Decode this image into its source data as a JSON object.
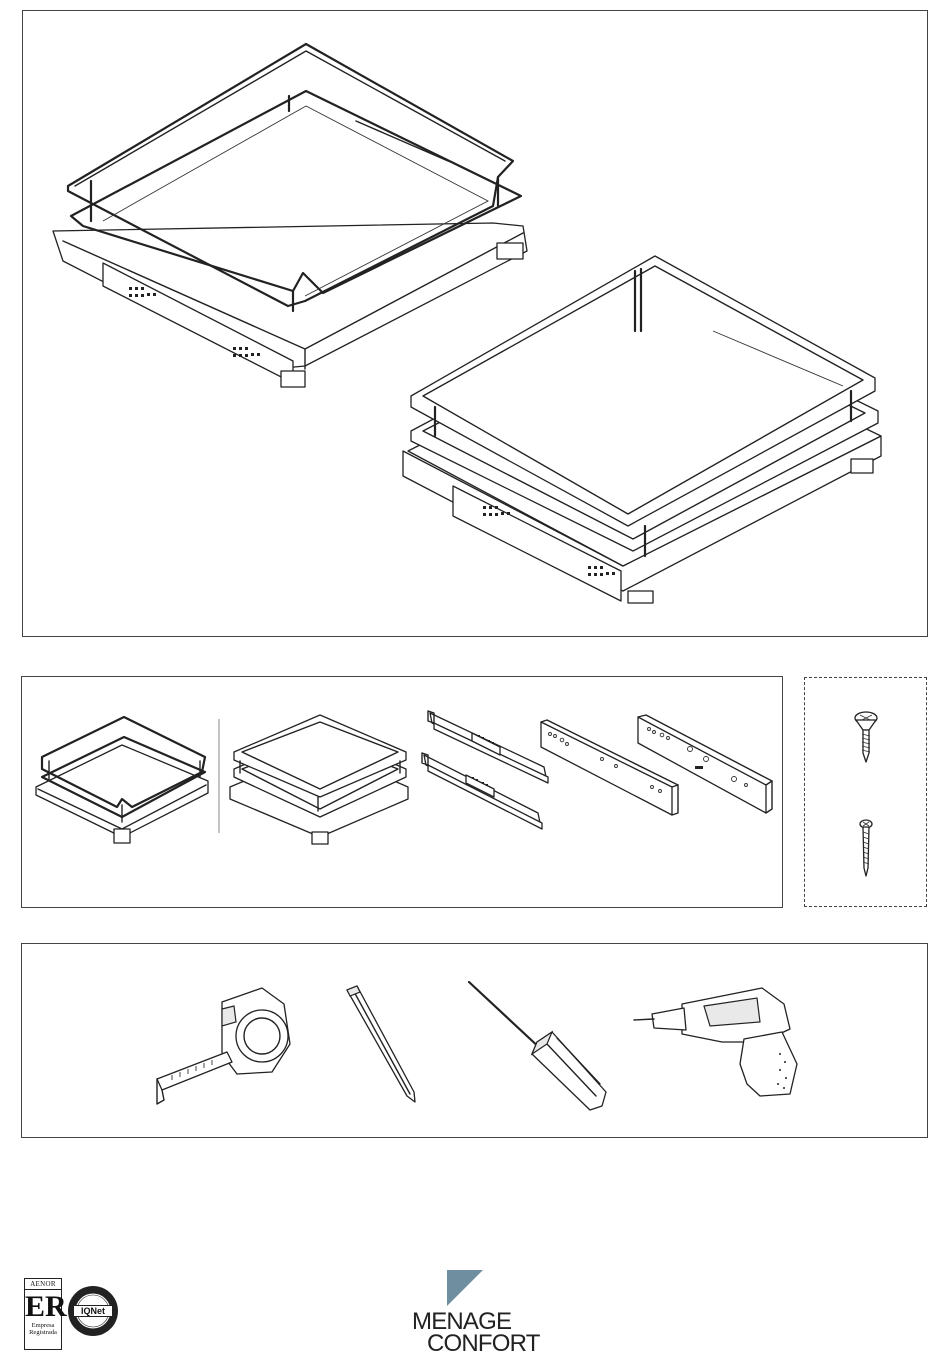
{
  "hero": {
    "items": [
      "open-basket-drawer",
      "closed-basket-drawer"
    ]
  },
  "parts": {
    "items": [
      "open-basket",
      "closed-basket",
      "drawer-runners",
      "front-bracket",
      "rear-bracket"
    ]
  },
  "hardware": {
    "items": [
      "flat-head-screw",
      "wood-screw"
    ]
  },
  "tools": {
    "items": [
      "tape-measure-icon",
      "pencil-icon",
      "screwdriver-icon",
      "cordless-drill-icon"
    ]
  },
  "certifications": {
    "aenor_title": "AENOR",
    "aenor_mark": "ER",
    "aenor_sub_1": "Empresa",
    "aenor_sub_2": "Registrada",
    "iqnet_label": "IQNet"
  },
  "brand": {
    "line1": "MENAGE",
    "line2": "CONFORT",
    "accent_color": "#6f8fa0"
  }
}
